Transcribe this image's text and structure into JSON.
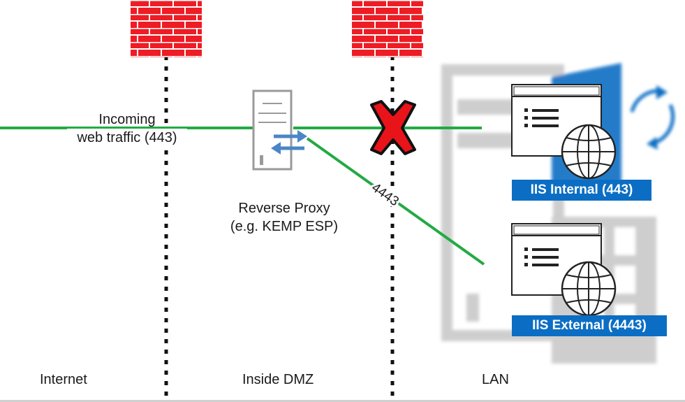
{
  "zones": {
    "internet": "Internet",
    "dmz": "Inside DMZ",
    "lan": "LAN"
  },
  "traffic": {
    "incoming_line1": "Incoming",
    "incoming_line2": "web traffic (443)",
    "port_label": "4443"
  },
  "proxy": {
    "line1": "Reverse Proxy",
    "line2": "(e.g. KEMP ESP)"
  },
  "iis_internal": {
    "label": "IIS Internal (443)"
  },
  "iis_external": {
    "label": "IIS External (4443)"
  },
  "icons": [
    "firewall-icon",
    "server-icon",
    "blocked-x-icon",
    "web-app-icon",
    "globe-icon",
    "sync-icon"
  ],
  "colors": {
    "traffic_line": "#22aa44",
    "firewall": "#e8141a",
    "blocked": "#e8141a",
    "iis_label_bg": "#0b6ec4",
    "windows_blue": "#0b6ec4"
  }
}
